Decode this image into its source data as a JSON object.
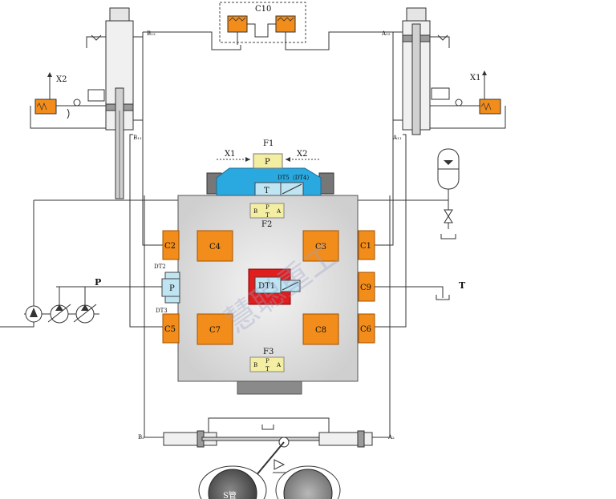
{
  "labels": {
    "c10": "C10",
    "b12": "B₁₂",
    "a12": "A₁₂",
    "b11": "B₁₁",
    "a11": "A₁₁",
    "b2": "B₂",
    "a2": "A₂",
    "x1_left": "X2",
    "x1_right": "X1",
    "f1": "F1",
    "f2": "F2",
    "f3": "F3",
    "x1": "X1",
    "x2": "X2",
    "p": "P",
    "t": "T",
    "dt5": "DT5（DT4）",
    "dt1": "DT1",
    "dt2": "DT2",
    "dt3": "DT3",
    "pump_p": "P",
    "tank_t": "T",
    "c1": "C1",
    "c2": "C2",
    "c3": "C3",
    "c4": "C4",
    "c5": "C5",
    "c6": "C6",
    "c7": "C7",
    "c8": "C8",
    "c9": "C9",
    "port_bp": "B",
    "port_p": "P",
    "port_a": "A",
    "port_t": "T",
    "s_pipe": "S管"
  },
  "watermark": "慧聪重工",
  "colors": {
    "cartridge": "#f28c1a",
    "dt1_block": "#e01e1e",
    "f1_block": "#29a9e0",
    "port_box": "#f3eea2",
    "solenoid": "#bfe4f2",
    "manifold": "#d8d8d8"
  }
}
